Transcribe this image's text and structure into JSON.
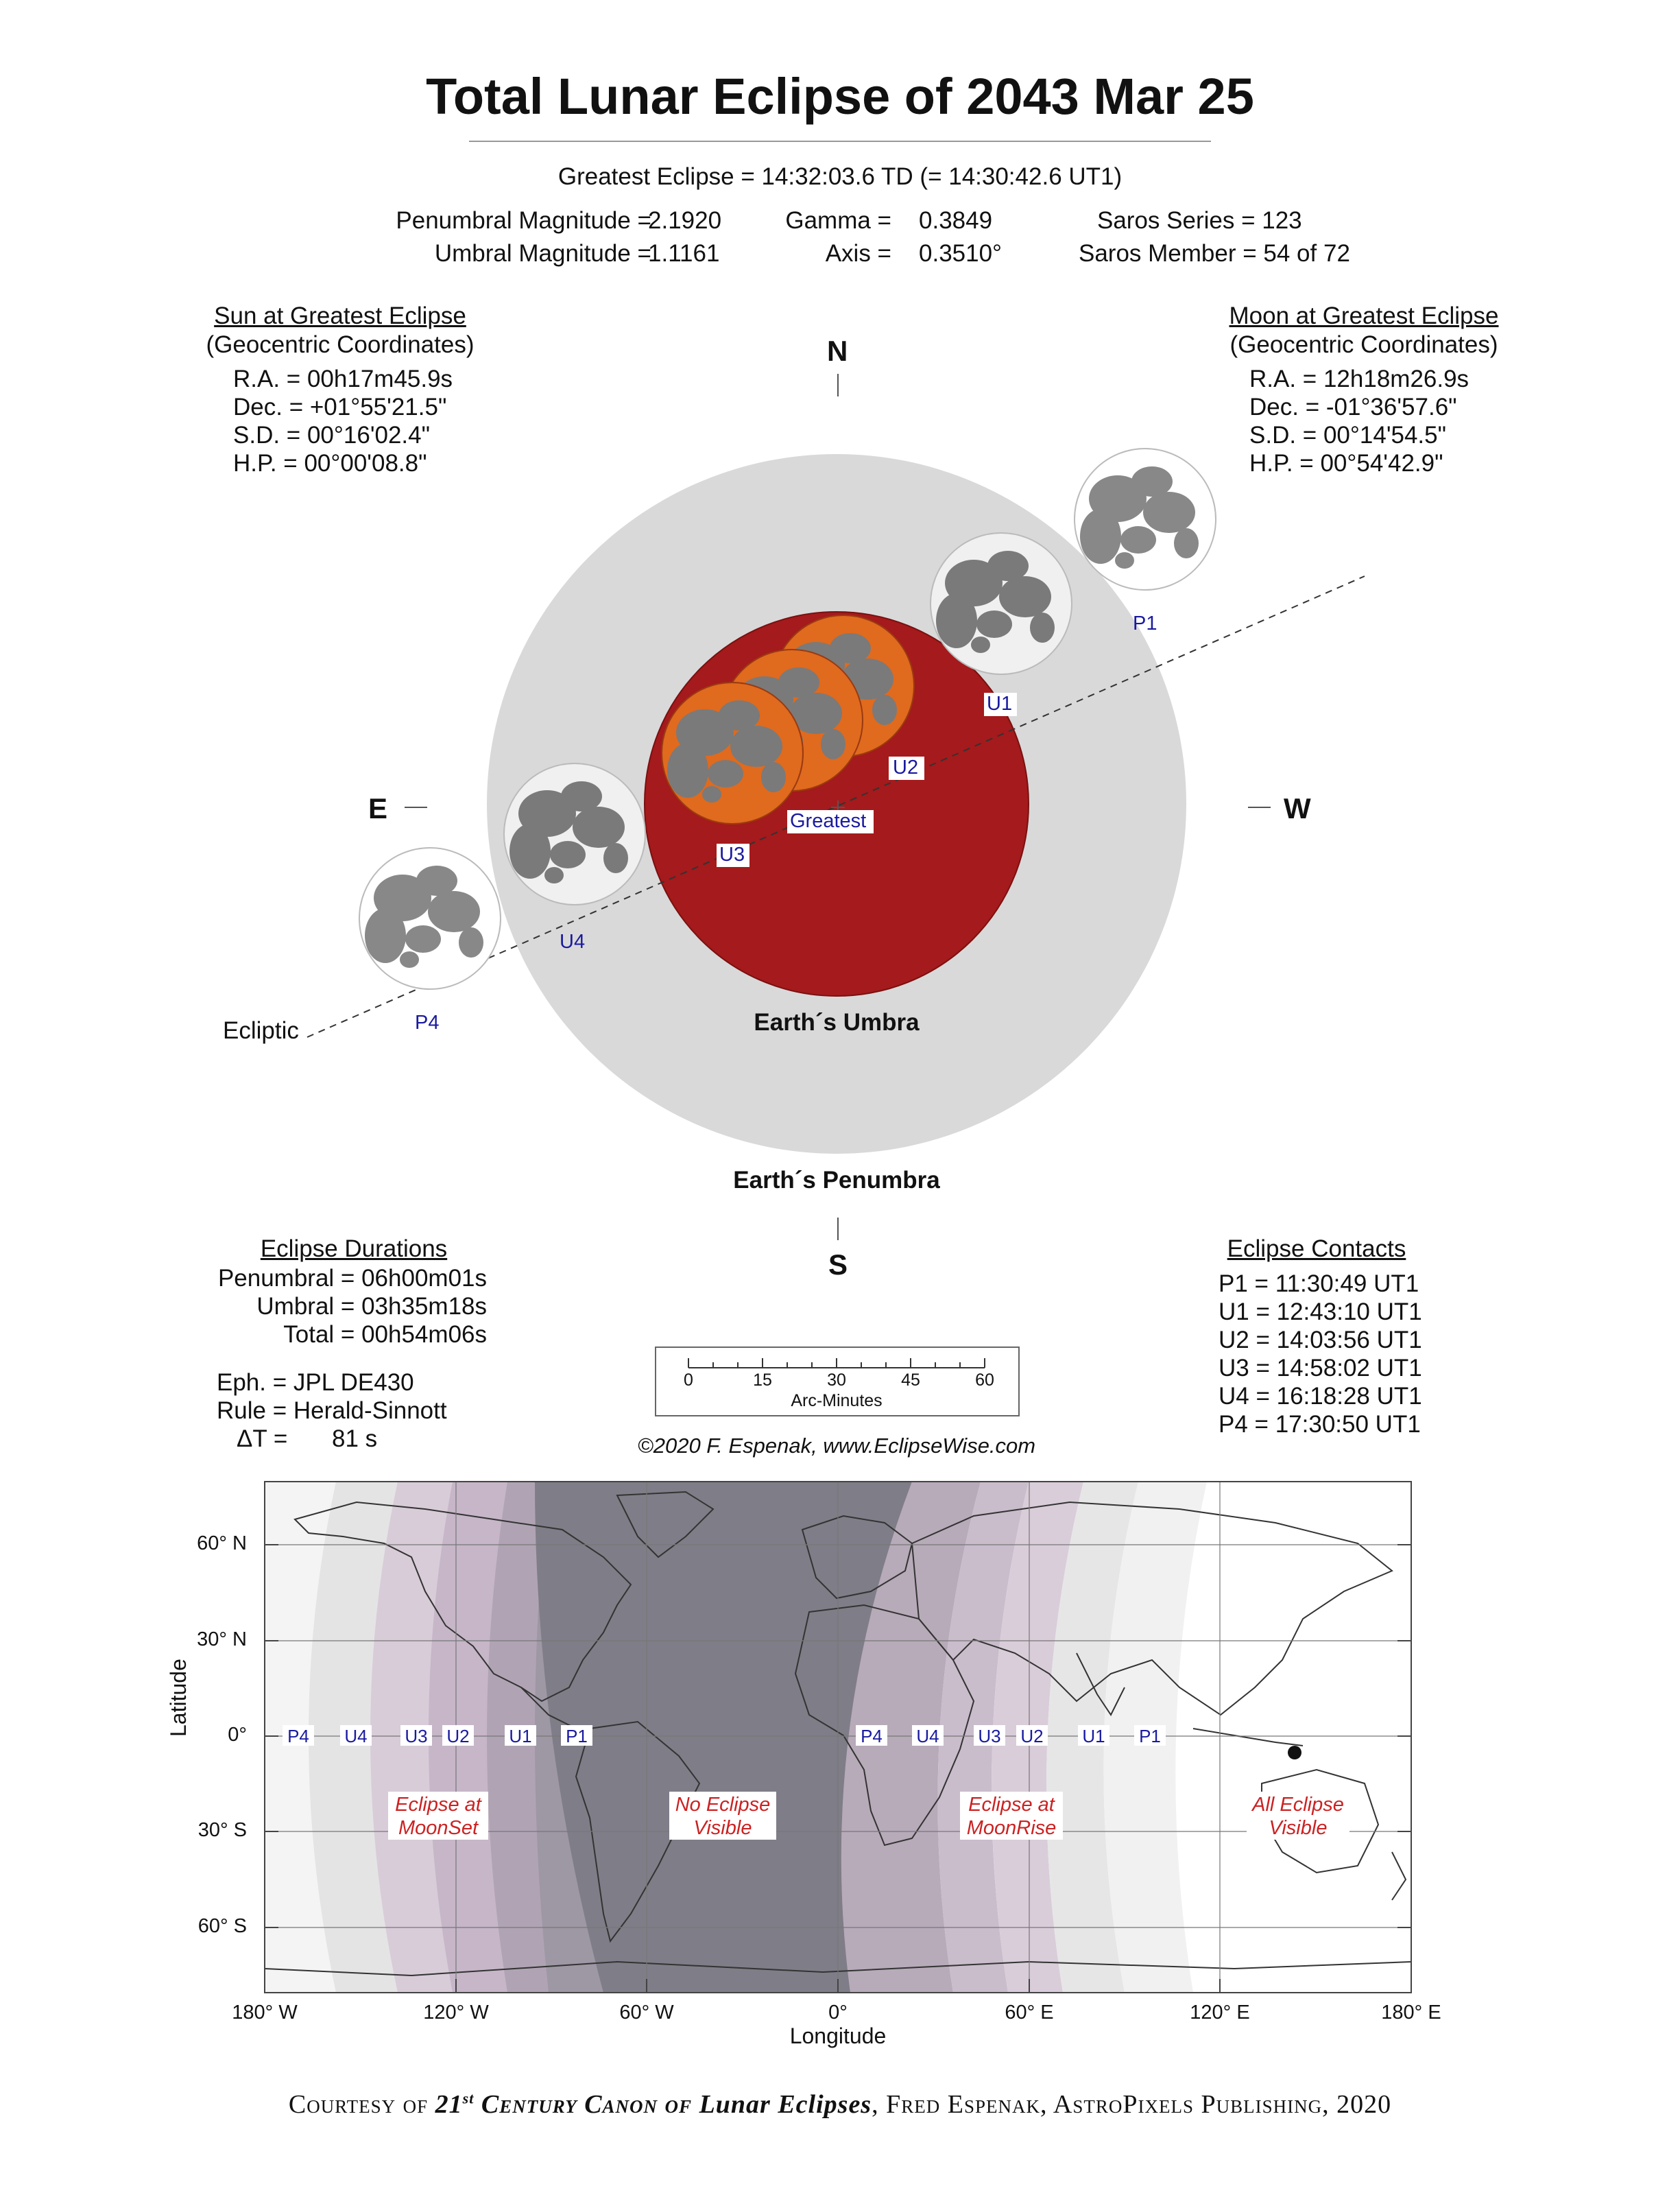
{
  "title": "Total Lunar Eclipse of  2043 Mar 25",
  "greatest_eclipse": "Greatest Eclipse =  14:32:03.6 TD   (= 14:30:42.6 UT1)",
  "magnitudes": {
    "penumbral_label": "Penumbral Magnitude =",
    "penumbral_value": "2.1920",
    "umbral_label": "Umbral Magnitude =",
    "umbral_value": "1.1161",
    "gamma_label": "Gamma =",
    "gamma_value": "0.3849",
    "axis_label": "Axis =",
    "axis_value": "0.3510°",
    "saros_series": "Saros Series = 123",
    "saros_member": "Saros Member = 54 of 72"
  },
  "sun": {
    "heading": "Sun at Greatest Eclipse",
    "sub": "(Geocentric Coordinates)",
    "ra": "R.A. =  00h17m45.9s",
    "dec": "Dec. = +01°55'21.5\"",
    "sd": "S.D. =  00°16'02.4\"",
    "hp": "H.P. =  00°00'08.8\""
  },
  "moon": {
    "heading": "Moon at Greatest Eclipse",
    "sub": "(Geocentric Coordinates)",
    "ra": "R.A. =  12h18m26.9s",
    "dec": "Dec. = -01°36'57.6\"",
    "sd": "S.D. =  00°14'54.5\"",
    "hp": "H.P. =  00°54'42.9\""
  },
  "compass": {
    "n": "N",
    "s": "S",
    "e": "E",
    "w": "W"
  },
  "diagram_labels": {
    "ecliptic": "Ecliptic",
    "umbra": "Earth´s Umbra",
    "penumbra": "Earth´s Penumbra",
    "greatest": "Greatest",
    "p1": "P1",
    "u1": "U1",
    "u2": "U2",
    "u3": "U3",
    "u4": "U4",
    "p4": "P4"
  },
  "durations": {
    "heading": "Eclipse Durations",
    "penumbral": "Penumbral = 06h00m01s",
    "umbral": "Umbral = 03h35m18s",
    "total": "Total = 00h54m06s"
  },
  "ephemeris": {
    "eph": "Eph. = JPL DE430",
    "rule": "Rule = Herald-Sinnott",
    "dt_label": "ΔT =",
    "dt_value": "81 s"
  },
  "scale": {
    "ticks": [
      "0",
      "15",
      "30",
      "45",
      "60"
    ],
    "label": "Arc-Minutes"
  },
  "copyright": "©2020  F. Espenak, www.EclipseWise.com",
  "contacts": {
    "heading": "Eclipse Contacts",
    "p1": "P1 = 11:30:49 UT1",
    "u1": "U1 = 12:43:10 UT1",
    "u2": "U2 = 14:03:56 UT1",
    "u3": "U3 = 14:58:02 UT1",
    "u4": "U4 = 16:18:28 UT1",
    "p4": "P4 = 17:30:50 UT1"
  },
  "map": {
    "ylabel": "Latitude",
    "xlabel": "Longitude",
    "lat_ticks": [
      "60° N",
      "30° N",
      "0°",
      "30° S",
      "60° S"
    ],
    "lon_ticks": [
      "180° W",
      "120° W",
      "60° W",
      "0°",
      "60° E",
      "120° E",
      "180° E"
    ],
    "contacts_left": [
      "P4",
      "U4",
      "U3",
      "U2",
      "U1",
      "P1"
    ],
    "contacts_right": [
      "P4",
      "U4",
      "U3",
      "U2",
      "U1",
      "P1"
    ],
    "region_moonset": [
      "Eclipse at",
      "MoonSet"
    ],
    "region_none": [
      "No Eclipse",
      "Visible"
    ],
    "region_moonrise": [
      "Eclipse at",
      "MoonRise"
    ],
    "region_all": [
      "All Eclipse",
      "Visible"
    ]
  },
  "footer": {
    "courtesy": "Courtesy of",
    "num": "21",
    "st": "st",
    "canon": "Century Canon of",
    "lunar": "Lunar Eclipses",
    "rest": ", Fred Espenak, AstroPixels Publishing, 2020"
  },
  "colors": {
    "penumbra": "#d9d9d9",
    "umbra": "#a51a1c",
    "eclipsed_moon": "#e06a1e",
    "moon_maria": "#7a7a7a",
    "contact_label": "#1a1aa0",
    "region_label": "#cc2222",
    "night_band": "#7f7d87"
  }
}
